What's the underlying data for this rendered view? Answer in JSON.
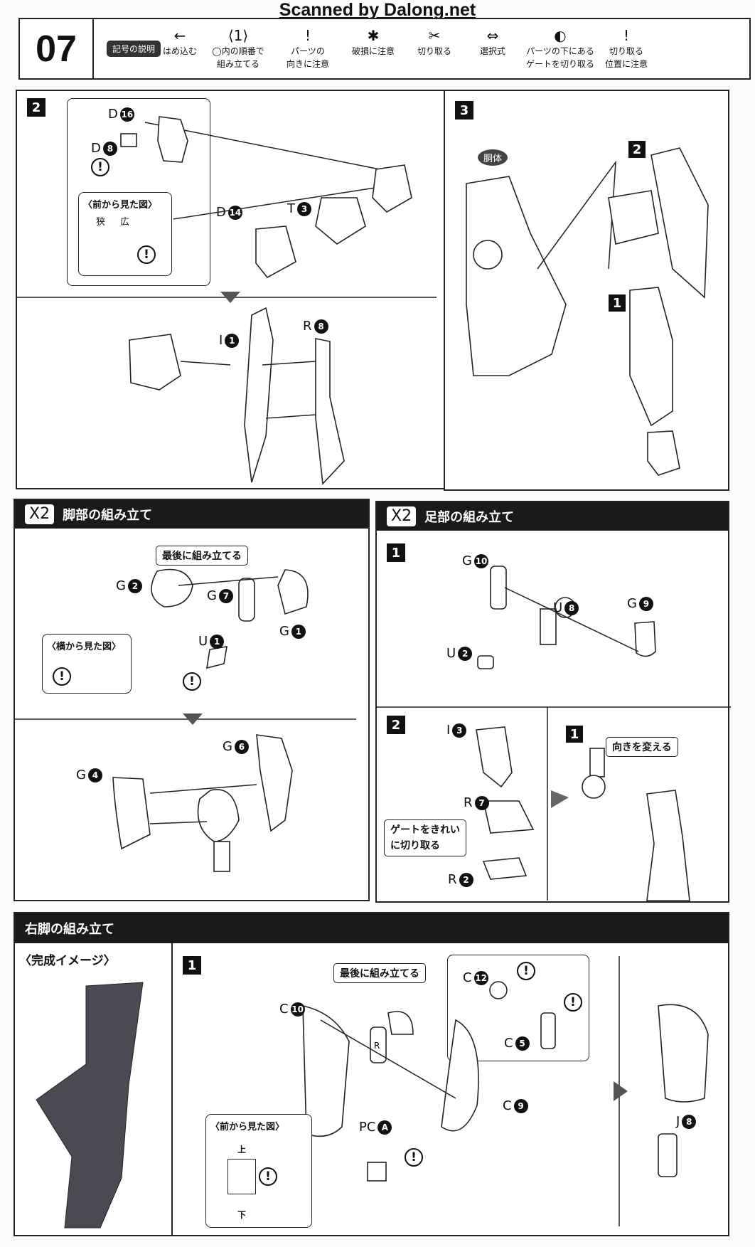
{
  "watermark": "Scanned by Dalong.net",
  "header": {
    "page": "07",
    "legend_title": "記号の説明",
    "legend": [
      {
        "icon": "arrow-left-icon",
        "glyph": "←",
        "l1": "はめ込む",
        "l2": ""
      },
      {
        "icon": "hexagon-number-icon",
        "glyph": "⟨1⟩",
        "l1": "◯内の順番で",
        "l2": "組み立てる"
      },
      {
        "icon": "caution-direction-icon",
        "glyph": "!",
        "l1": "パーツの",
        "l2": "向きに注意"
      },
      {
        "icon": "caution-breakage-icon",
        "glyph": "✱",
        "l1": "破損に注意",
        "l2": ""
      },
      {
        "icon": "cut-icon",
        "glyph": "✂",
        "l1": "切り取る",
        "l2": ""
      },
      {
        "icon": "select-arrows-icon",
        "glyph": "⇔",
        "l1": "選択式",
        "l2": ""
      },
      {
        "icon": "gate-under-part-icon",
        "glyph": "◐",
        "l1": "パーツの下にある",
        "l2": "ゲートを切り取る"
      },
      {
        "icon": "cut-position-icon",
        "glyph": "!",
        "l1": "切り取る",
        "l2": "位置に注意"
      }
    ]
  },
  "step2": {
    "num": "2",
    "view_title": "〈前から見た図〉",
    "narrow": "狭",
    "wide": "広",
    "parts": [
      {
        "l": "D",
        "n": "16"
      },
      {
        "l": "D",
        "n": "8"
      },
      {
        "l": "D",
        "n": "14"
      },
      {
        "l": "T",
        "n": "3"
      },
      {
        "l": "I",
        "n": "1"
      },
      {
        "l": "R",
        "n": "8"
      }
    ]
  },
  "step3": {
    "num": "3",
    "body_tag": "胴体",
    "sub1": "2",
    "sub2": "1"
  },
  "leg_assembly": {
    "x2": "X2",
    "title": "脚部の組み立て",
    "note": "最後に組み立てる",
    "view_title": "〈横から見た図〉",
    "parts": [
      {
        "l": "G",
        "n": "2"
      },
      {
        "l": "G",
        "n": "7"
      },
      {
        "l": "G",
        "n": "1"
      },
      {
        "l": "U",
        "n": "1"
      },
      {
        "l": "G",
        "n": "6"
      },
      {
        "l": "G",
        "n": "4"
      }
    ]
  },
  "foot_assembly": {
    "x2": "X2",
    "title": "足部の組み立て",
    "step1": "1",
    "step2": "2",
    "sub1": "1",
    "note_turn": "向きを変える",
    "note_gate": "ゲートをきれい\nに切り取る",
    "parts": [
      {
        "l": "G",
        "n": "10"
      },
      {
        "l": "U",
        "n": "8"
      },
      {
        "l": "G",
        "n": "9"
      },
      {
        "l": "U",
        "n": "2"
      },
      {
        "l": "I",
        "n": "3"
      },
      {
        "l": "R",
        "n": "7"
      },
      {
        "l": "R",
        "n": "2"
      }
    ]
  },
  "right_leg": {
    "title": "右脚の組み立て",
    "complete": "〈完成イメージ〉",
    "step1": "1",
    "note": "最後に組み立てる",
    "view_title": "〈前から見た図〉",
    "top": "上",
    "bottom": "下",
    "mark_r": "R",
    "parts": [
      {
        "l": "C",
        "n": "10"
      },
      {
        "l": "C",
        "n": "12"
      },
      {
        "l": "C",
        "n": "5"
      },
      {
        "l": "C",
        "n": "9"
      },
      {
        "l": "PC",
        "n": "A"
      },
      {
        "l": "J",
        "n": "8"
      }
    ]
  }
}
